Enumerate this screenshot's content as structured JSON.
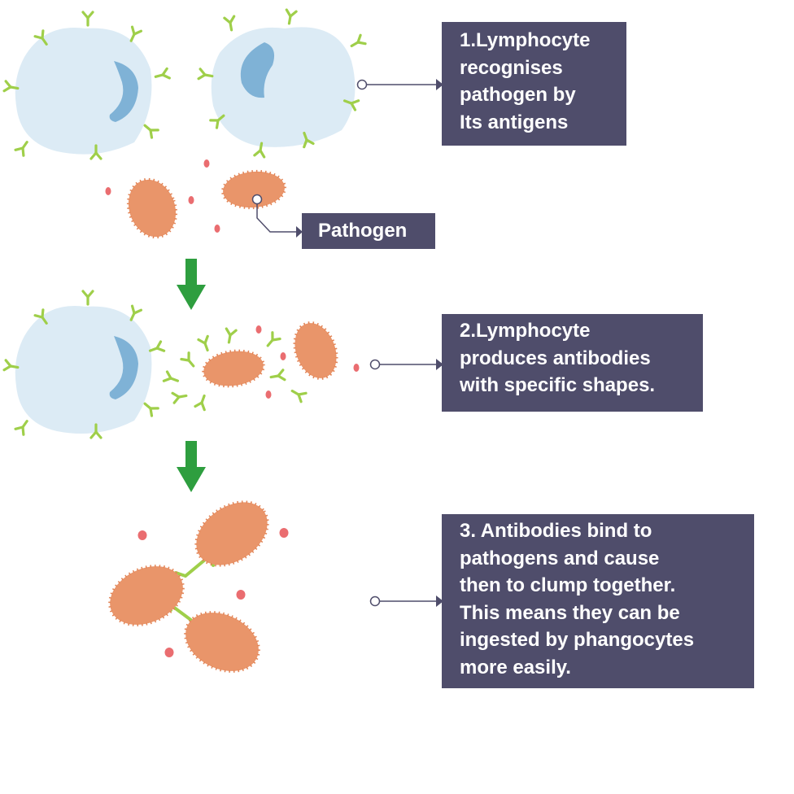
{
  "steps": [
    {
      "lines": [
        "1.Lymphocyte",
        "recognises",
        "pathogen by",
        "Its antigens"
      ]
    },
    {
      "lines": [
        "2.Lymphocyte",
        "produces antibodies",
        "with specific shapes."
      ]
    },
    {
      "lines": [
        "3. Antibodies bind to",
        "pathogens and cause",
        "then to clump together.",
        "This means they can be",
        "ingested by phangocytes",
        "more easily."
      ]
    }
  ],
  "pathogen_label": "Pathogen",
  "colors": {
    "box": "#4f4d6b",
    "box_text": "#ffffff",
    "cell": "#dcebf5",
    "nucleus": "#7fb2d6",
    "antibody": "#9fcf4a",
    "pathogen": "#e9956a",
    "pathogen_spike": "#e28456",
    "dot": "#ea6d70",
    "arrow": "#2e9e3f",
    "connector": "#4f4d6b"
  }
}
